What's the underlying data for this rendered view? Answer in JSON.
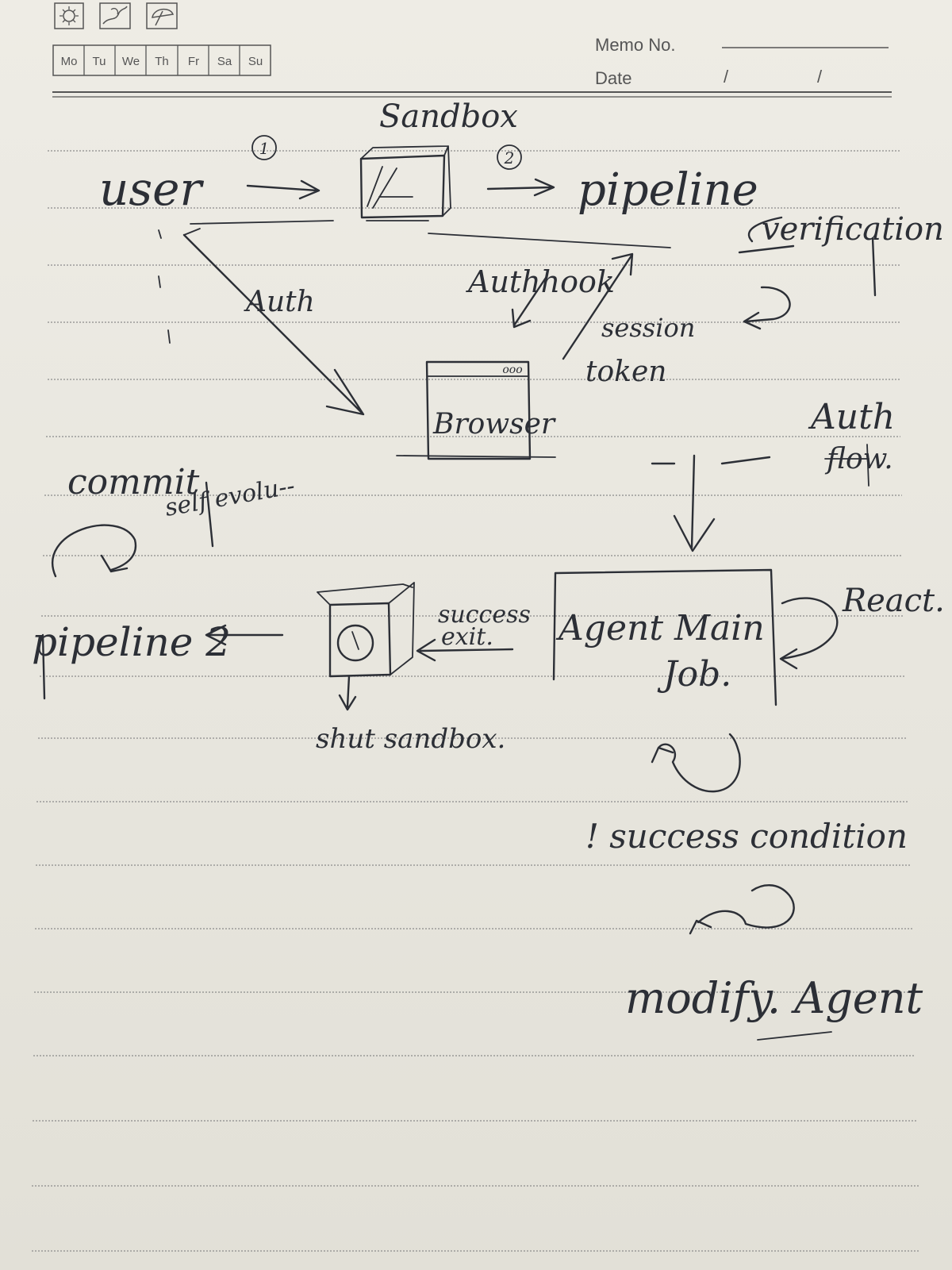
{
  "header": {
    "weekdays": [
      "Mo",
      "Tu",
      "We",
      "Th",
      "Fr",
      "Sa",
      "Su"
    ],
    "weather_icons": [
      "sun-icon",
      "cloud-icon",
      "umbrella-icon"
    ],
    "memo_label": "Memo No.",
    "date_label": "Date",
    "date_separator": "/"
  },
  "diagram": {
    "nodes": {
      "user": "user",
      "sandbox": "Sandbox",
      "pipeline": "pipeline",
      "browser": "Browser",
      "browser_dots": "ooo",
      "agent_main_job_line1": "Agent Main",
      "agent_main_job_line2": "Job.",
      "pipeline2": "pipeline 2",
      "commit": "commit",
      "modify_agent": "modify. Agent"
    },
    "steps": {
      "step1": "1",
      "step2": "2"
    },
    "labels": {
      "verification": "verification",
      "authhook": "Authhook",
      "session_token_line1": "session",
      "session_token_line2": "token",
      "auth": "Auth",
      "auth_flow_line1": "Auth",
      "auth_flow_line2": "flow.",
      "self_evolve": "self evolu--",
      "react": "React.",
      "success_exit_line1": "success",
      "success_exit_line2": "exit.",
      "shut_sandbox": "shut sandbox.",
      "success_condition": "! success condition"
    }
  }
}
